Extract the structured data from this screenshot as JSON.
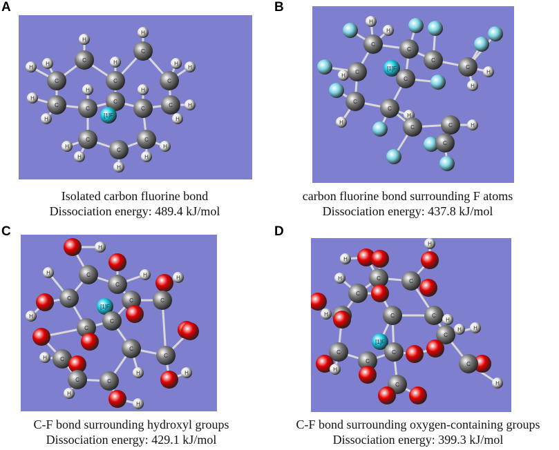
{
  "panels": [
    {
      "letter": "A",
      "title": "Isolated carbon fluorine bond",
      "energy": "Dissociation energy: 489.4 kJ/mol"
    },
    {
      "letter": "B",
      "title": "carbon fluorine bond surrounding F atoms",
      "energy": "Dissociation energy: 437.8 kJ/mol"
    },
    {
      "letter": "C",
      "title": "C-F bond surrounding hydroxyl groups",
      "energy": "Dissociation energy: 429.1 kJ/mol"
    },
    {
      "letter": "D",
      "title": "C-F bond surrounding oxygen-containing groups",
      "energy": "Dissociation energy: 399.3 kJ/mol"
    }
  ],
  "atom_labels": {
    "carbon": "C",
    "hydrogen": "H",
    "tagged_fluorine": "[1]F"
  },
  "colors": {
    "background": "#7e7fcf",
    "carbon": "#7a7a7a",
    "hydrogen": "#e6e6e6",
    "fluorine": "#7fd7e6",
    "tagged_fluorine": "#19c8e0",
    "oxygen": "#e00000",
    "bond": "#d8d8d8"
  }
}
